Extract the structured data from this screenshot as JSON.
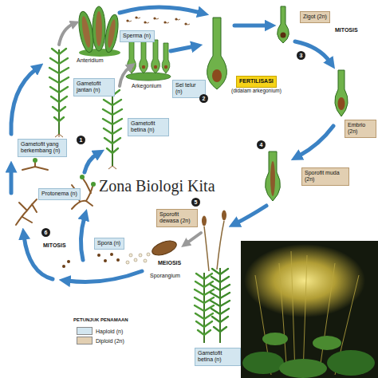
{
  "diagram": {
    "nodes": [
      {
        "text": [
          "Sperma (n)"
        ]
      },
      {
        "text": [
          "Sel telur (n)"
        ]
      },
      {
        "text": [
          "FERTILISASI"
        ]
      },
      {
        "text": [
          "Zigot (2n)"
        ]
      },
      {
        "text": [
          "Embrio (2n)"
        ]
      },
      {
        "text": [
          "Sporofit muda (2n)"
        ]
      },
      {
        "text": [
          "Sporofit dewasa (2n)"
        ]
      },
      {
        "text": [
          "Gametofit jantan (n)"
        ]
      },
      {
        "text": [
          "Gametofit betina (n)"
        ]
      },
      {
        "text": [
          "Gametofit yang berkembang (n)"
        ]
      },
      {
        "text": [
          "Protonema (n)"
        ]
      },
      {
        "text": [
          "Spora (n)"
        ]
      },
      {
        "text": [
          "Gametofit betina (n)"
        ]
      },
      {
        "text": [
          "1"
        ]
      },
      {
        "text": [
          "2"
        ]
      },
      {
        "text": [
          "3"
        ]
      },
      {
        "text": [
          "4"
        ]
      },
      {
        "text": [
          "5"
        ]
      },
      {
        "text": [
          "6"
        ]
      }
    ],
    "labels": [
      "Anteridium",
      "Arkegonium",
      "(didalam arkegonium)",
      "MITOSIS",
      "MITOSIS",
      "MEIOSIS",
      "Sporangium",
      "PETUNJUK PENAMAAN",
      "Zona Biologi Kita"
    ],
    "legend": [
      {
        "text": "Haploid (n)",
        "color": "#d3e6f0"
      },
      {
        "text": "Diploid (2n)",
        "color": "#e2cfb2"
      }
    ]
  }
}
